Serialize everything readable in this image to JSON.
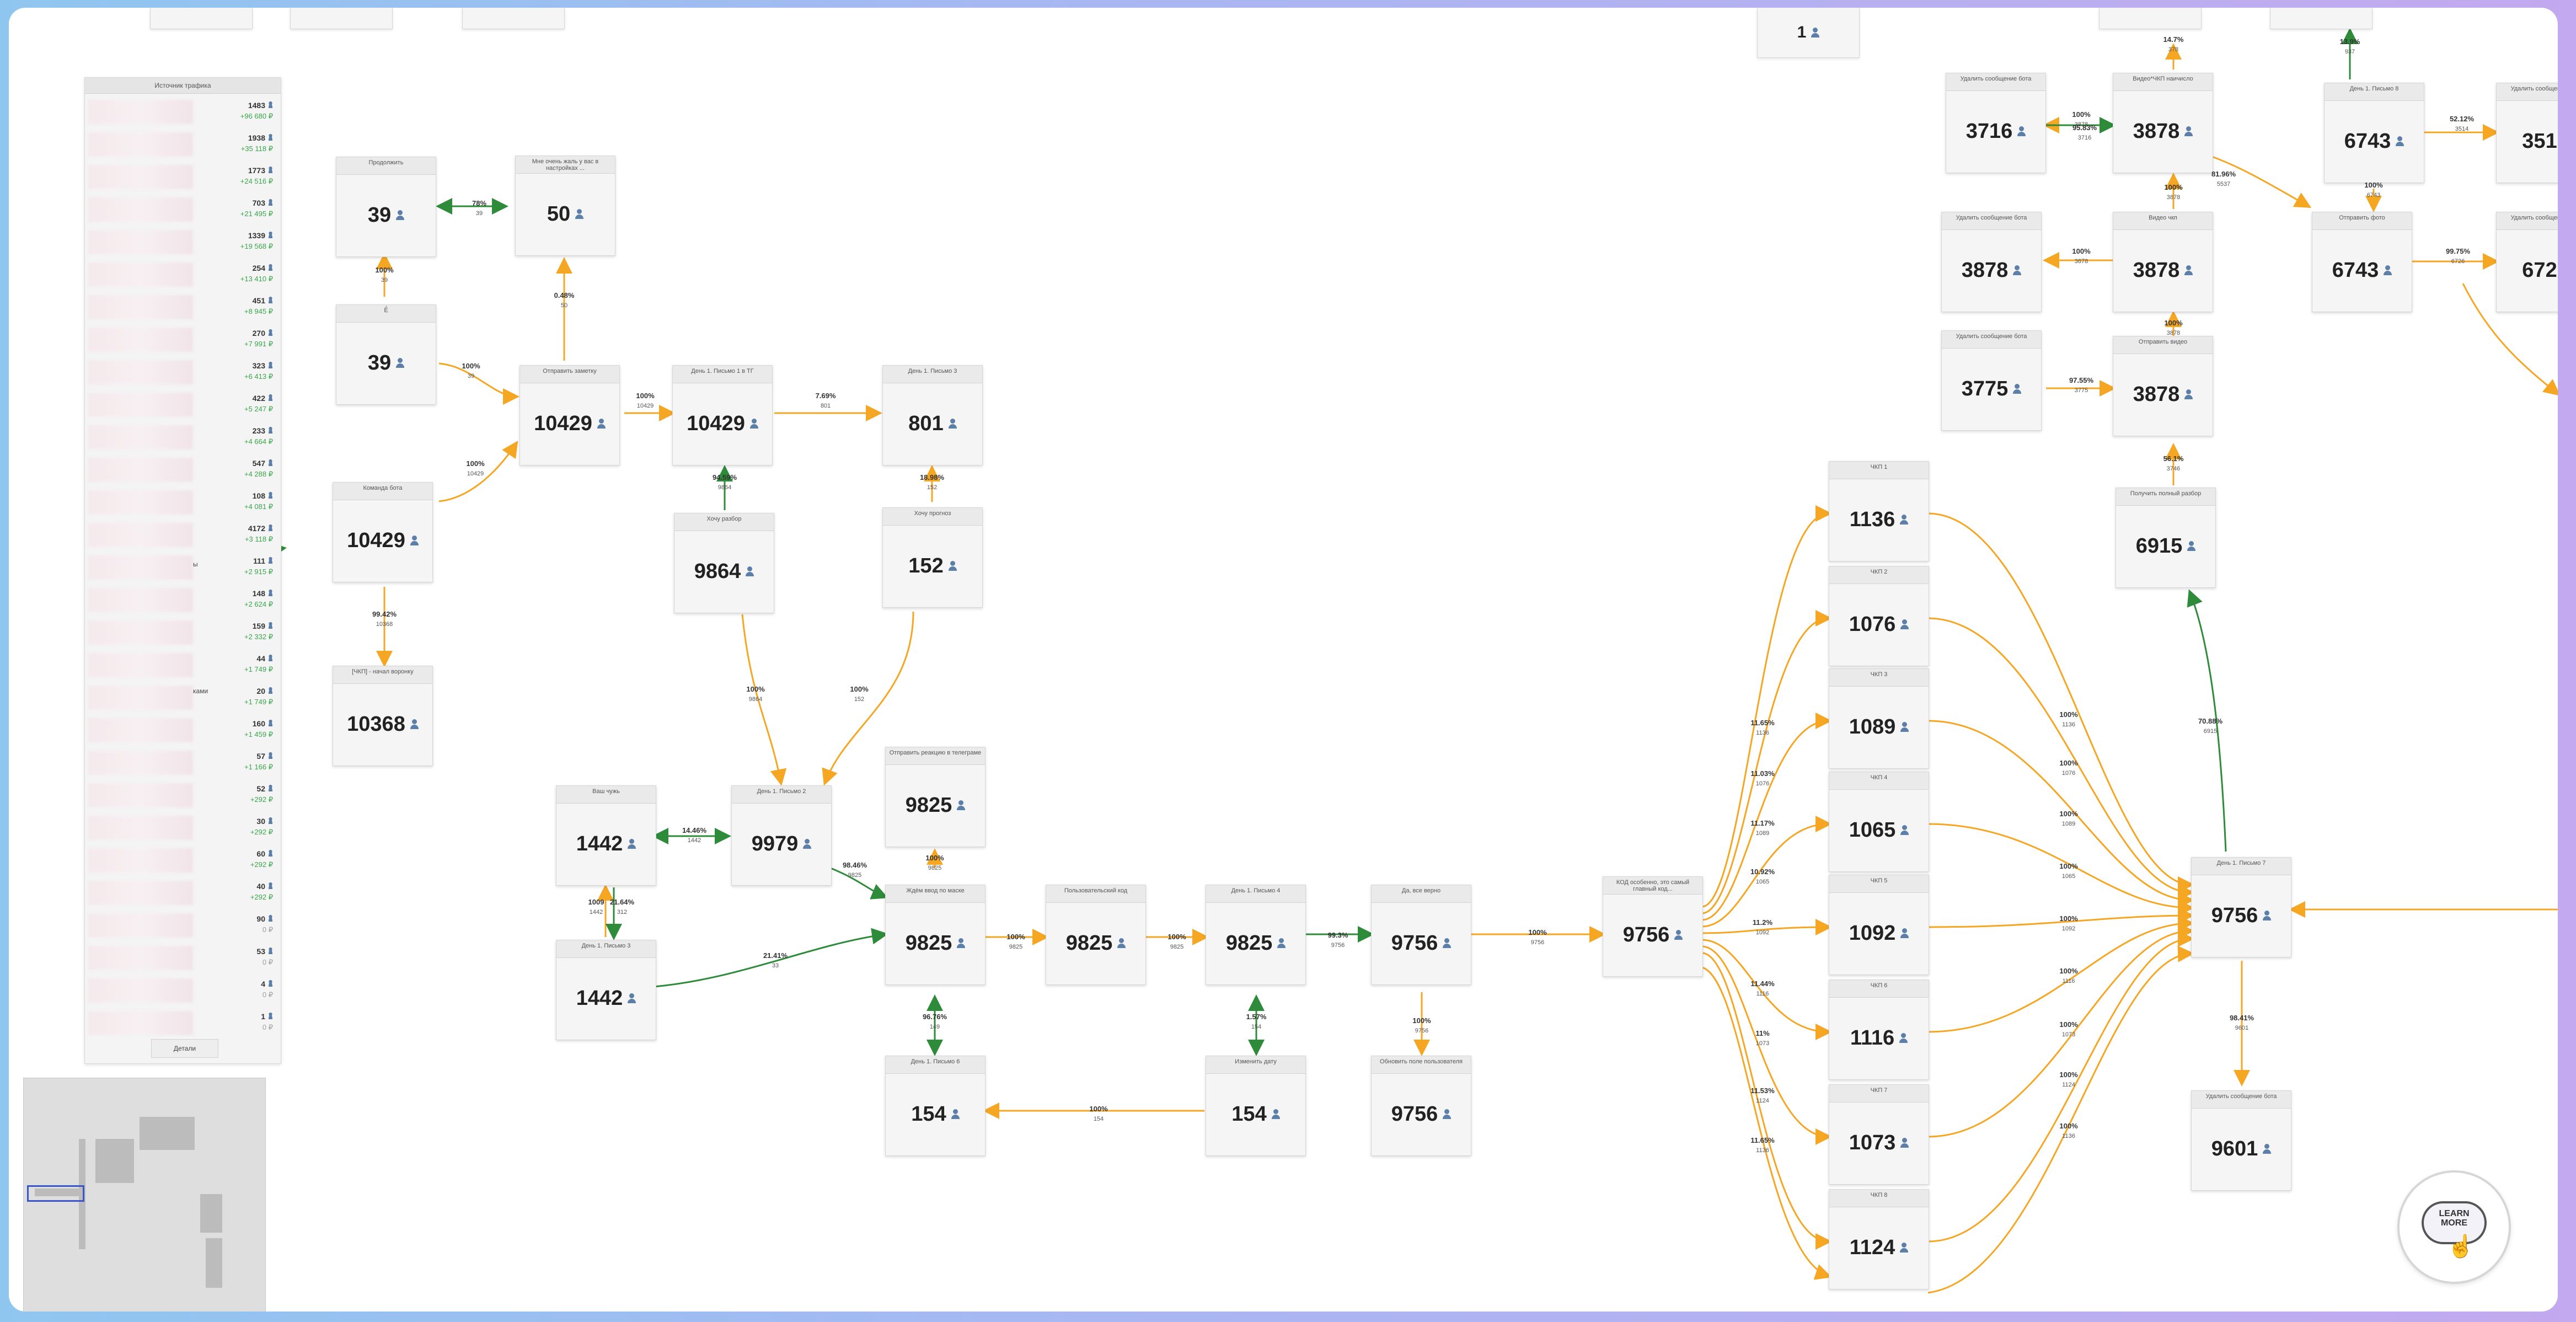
{
  "sidebar": {
    "title": "Источник трафика",
    "button": "Детали",
    "rows": [
      {
        "count": "1483",
        "amount": "+96 680 ₽"
      },
      {
        "count": "1938",
        "amount": "+35 118 ₽"
      },
      {
        "count": "1773",
        "amount": "+24 516 ₽"
      },
      {
        "count": "703",
        "amount": "+21 495 ₽"
      },
      {
        "count": "1339",
        "amount": "+19 568 ₽"
      },
      {
        "count": "254",
        "amount": "+13 410 ₽"
      },
      {
        "count": "451",
        "amount": "+8 945 ₽"
      },
      {
        "count": "270",
        "amount": "+7 991 ₽"
      },
      {
        "count": "323",
        "amount": "+6 413 ₽"
      },
      {
        "count": "422",
        "amount": "+5 247 ₽"
      },
      {
        "count": "233",
        "amount": "+4 664 ₽"
      },
      {
        "count": "547",
        "amount": "+4 288 ₽"
      },
      {
        "count": "108",
        "amount": "+4 081 ₽"
      },
      {
        "count": "4172",
        "amount": "+3 118 ₽"
      },
      {
        "count": "111",
        "amount": "+2 915 ₽"
      },
      {
        "count": "148",
        "amount": "+2 624 ₽"
      },
      {
        "count": "159",
        "amount": "+2 332 ₽"
      },
      {
        "count": "44",
        "amount": "+1 749 ₽"
      },
      {
        "count": "20",
        "amount": "+1 749 ₽"
      },
      {
        "count": "160",
        "amount": "+1 459 ₽"
      },
      {
        "count": "57",
        "amount": "+1 166 ₽"
      },
      {
        "count": "52",
        "amount": "+292 ₽"
      },
      {
        "count": "30",
        "amount": "+292 ₽"
      },
      {
        "count": "60",
        "amount": "+292 ₽"
      },
      {
        "count": "40",
        "amount": "+292 ₽"
      },
      {
        "count": "90",
        "amount": "0 ₽"
      },
      {
        "count": "53",
        "amount": "0 ₽"
      },
      {
        "count": "4",
        "amount": "0 ₽"
      },
      {
        "count": "1",
        "amount": "0 ₽"
      }
    ],
    "stray": [
      "ы",
      "ками"
    ]
  },
  "colors": {
    "orange": "#f5a623",
    "green": "#2e8b3a",
    "accent": "#3a56c9"
  },
  "top_partial_count": "1",
  "nodes": [
    {
      "id": "prodolzhit",
      "title": "Продолжить",
      "count": "39"
    },
    {
      "id": "zhal",
      "title": "Мне очень жаль у вас в настройках ...",
      "count": "50"
    },
    {
      "id": "yo",
      "title": "Ё́",
      "count": "39"
    },
    {
      "id": "otpravit_zametku",
      "title": "Отправить заметку",
      "count": "10429"
    },
    {
      "id": "den1_p1",
      "title": "День 1. Письмо 1 в ТГ",
      "count": "10429"
    },
    {
      "id": "den1_p3_top",
      "title": "День 1. Письмо 3",
      "count": "801"
    },
    {
      "id": "komanda",
      "title": "Команда бота",
      "count": "10429"
    },
    {
      "id": "hochu_razbor",
      "title": "Хочу разбор",
      "count": "9864"
    },
    {
      "id": "hochu_prognoz",
      "title": "Хочу прогноз",
      "count": "152"
    },
    {
      "id": "chkp_nachalo",
      "title": "[ЧКП] - начал воронку",
      "count": "10368"
    },
    {
      "id": "vash_chuzh",
      "title": "Ваш чужь",
      "count": "1442"
    },
    {
      "id": "den1_p2",
      "title": "День 1. Письмо 2",
      "count": "9979"
    },
    {
      "id": "otpravit_reakciyu",
      "title": "Отправить реакцию в телеграме",
      "count": "9825"
    },
    {
      "id": "den1_p3",
      "title": "День 1. Письмо 3",
      "count": "1442"
    },
    {
      "id": "zhdem_vvod",
      "title": "Ждём ввод по маске",
      "count": "9825"
    },
    {
      "id": "polz_kod",
      "title": "Пользовательский код",
      "count": "9825"
    },
    {
      "id": "den1_p4",
      "title": "День 1. Письмо 4",
      "count": "9825"
    },
    {
      "id": "da_verno",
      "title": "Да, все верно",
      "count": "9756"
    },
    {
      "id": "den1_p6",
      "title": "День 1. Письмо 6",
      "count": "154"
    },
    {
      "id": "izmenit_datu",
      "title": "Изменить дату",
      "count": "154"
    },
    {
      "id": "obnovit_pole",
      "title": "Обновить поле пользователя",
      "count": "9756"
    },
    {
      "id": "kod",
      "title": "КОД особенно, это самый главный код...",
      "count": "9756"
    },
    {
      "id": "chkp1",
      "title": "ЧКП 1",
      "count": "1136"
    },
    {
      "id": "chkp2",
      "title": "ЧКП 2",
      "count": "1076"
    },
    {
      "id": "chkp3",
      "title": "ЧКП 3",
      "count": "1089"
    },
    {
      "id": "chkp4",
      "title": "ЧКП 4",
      "count": "1065"
    },
    {
      "id": "chkp5",
      "title": "ЧКП 5",
      "count": "1092"
    },
    {
      "id": "chkp6",
      "title": "ЧКП 6",
      "count": "1116"
    },
    {
      "id": "chkp7",
      "title": "ЧКП 7",
      "count": "1073"
    },
    {
      "id": "chkp8",
      "title": "ЧКП 8",
      "count": "1124"
    },
    {
      "id": "den1_p7",
      "title": "День 1. Письмо 7",
      "count": "9756"
    },
    {
      "id": "udalit_bot_9601",
      "title": "Удалить сообщение бота",
      "count": "9601"
    },
    {
      "id": "poluchit_razbor",
      "title": "Получить полный разбор",
      "count": "6915"
    },
    {
      "id": "udalit_3716",
      "title": "Удалить сообщение бота",
      "count": "3716"
    },
    {
      "id": "video_3878a",
      "title": "Видео*ЧКП наичисло",
      "count": "3878"
    },
    {
      "id": "udalit_3878",
      "title": "Удалить сообщение бота",
      "count": "3878"
    },
    {
      "id": "video_3878b",
      "title": "Видео чкп",
      "count": "3878"
    },
    {
      "id": "udalit_3775",
      "title": "Удалить сообщение бота",
      "count": "3775"
    },
    {
      "id": "otpravit_video",
      "title": "Отправить видео",
      "count": "3878"
    },
    {
      "id": "den1_p8",
      "title": "День 1. Письмо 8",
      "count": "6743"
    },
    {
      "id": "otpravit_foto",
      "title": "Отправить фото",
      "count": "6743"
    },
    {
      "id": "udalit_3514",
      "title": "Удалить сообщение бота",
      "count": "351"
    },
    {
      "id": "udalit_672",
      "title": "Удалить сообщение бота",
      "count": "672"
    }
  ],
  "edges": [
    {
      "id": "e1",
      "pct": "78%",
      "count": "39"
    },
    {
      "id": "e2",
      "pct": "100%",
      "count": "39"
    },
    {
      "id": "e3",
      "pct": "100%",
      "count": "39"
    },
    {
      "id": "e4",
      "pct": "0.48%",
      "count": "50"
    },
    {
      "id": "e5",
      "pct": "100%",
      "count": "10429"
    },
    {
      "id": "e6",
      "pct": "100%",
      "count": "10429"
    },
    {
      "id": "e7",
      "pct": "7.69%",
      "count": "801"
    },
    {
      "id": "e8",
      "pct": "94.59%",
      "count": "9864"
    },
    {
      "id": "e9",
      "pct": "18.98%",
      "count": "152"
    },
    {
      "id": "e10",
      "pct": "99.42%",
      "count": "10368"
    },
    {
      "id": "e11",
      "pct": "100%",
      "count": "9864"
    },
    {
      "id": "e12",
      "pct": "100%",
      "count": "152"
    },
    {
      "id": "e13",
      "pct": "14.46%",
      "count": "1442"
    },
    {
      "id": "e14",
      "pct": "100%",
      "count": "9825"
    },
    {
      "id": "e15",
      "pct": "98.46%",
      "count": "9825"
    },
    {
      "id": "e16",
      "pct": "1009",
      "count": "1442"
    },
    {
      "id": "e17",
      "pct": "21.64%",
      "count": "312"
    },
    {
      "id": "e18",
      "pct": "21.41%",
      "count": "33"
    },
    {
      "id": "e19",
      "pct": "100%",
      "count": "9825"
    },
    {
      "id": "e20",
      "pct": "100%",
      "count": "9825"
    },
    {
      "id": "e21",
      "pct": "99.3%",
      "count": "9756"
    },
    {
      "id": "e22",
      "pct": "96.76%",
      "count": "149"
    },
    {
      "id": "e23",
      "pct": "1.57%",
      "count": "154"
    },
    {
      "id": "e24",
      "pct": "100%",
      "count": "154"
    },
    {
      "id": "e25",
      "pct": "100%",
      "count": "9756"
    },
    {
      "id": "e26",
      "pct": "100%",
      "count": "9756"
    },
    {
      "id": "e27",
      "pct": "11.65%",
      "count": "1136"
    },
    {
      "id": "e28",
      "pct": "11.03%",
      "count": "1076"
    },
    {
      "id": "e29",
      "pct": "11.17%",
      "count": "1089"
    },
    {
      "id": "e30",
      "pct": "10.92%",
      "count": "1065"
    },
    {
      "id": "e31",
      "pct": "11.2%",
      "count": "1092"
    },
    {
      "id": "e32",
      "pct": "11.44%",
      "count": "1116"
    },
    {
      "id": "e33",
      "pct": "11%",
      "count": "1073"
    },
    {
      "id": "e34",
      "pct": "11.53%",
      "count": "1124"
    },
    {
      "id": "e35",
      "pct": "11.65%",
      "count": "1136"
    },
    {
      "id": "e36",
      "pct": "100%",
      "count": "1136"
    },
    {
      "id": "e37",
      "pct": "100%",
      "count": "1076"
    },
    {
      "id": "e38",
      "pct": "100%",
      "count": "1089"
    },
    {
      "id": "e39",
      "pct": "100%",
      "count": "1065"
    },
    {
      "id": "e40",
      "pct": "100%",
      "count": "1092"
    },
    {
      "id": "e41",
      "pct": "100%",
      "count": "1116"
    },
    {
      "id": "e42",
      "pct": "100%",
      "count": "1073"
    },
    {
      "id": "e43",
      "pct": "100%",
      "count": "1124"
    },
    {
      "id": "e44",
      "pct": "100%",
      "count": "1136"
    },
    {
      "id": "e45",
      "pct": "98.41%",
      "count": "9601"
    },
    {
      "id": "e46",
      "pct": "70.88%",
      "count": "6915"
    },
    {
      "id": "e47",
      "pct": "56.1%",
      "count": "3746"
    },
    {
      "id": "e48",
      "pct": "97.55%",
      "count": "3775"
    },
    {
      "id": "e49",
      "pct": "100%",
      "count": "3878"
    },
    {
      "id": "e50",
      "pct": "100%",
      "count": "3878"
    },
    {
      "id": "e51",
      "pct": "100%",
      "count": "3878"
    },
    {
      "id": "e52",
      "pct": "100%",
      "count": "3878"
    },
    {
      "id": "e53",
      "pct": "95.83%",
      "count": "3716"
    },
    {
      "id": "e54",
      "pct": "14.7%",
      "count": "378"
    },
    {
      "id": "e55",
      "pct": "81.96%",
      "count": "5537"
    },
    {
      "id": "e56",
      "pct": "100%",
      "count": "6743"
    },
    {
      "id": "e57",
      "pct": "52.12%",
      "count": "3514"
    },
    {
      "id": "e58",
      "pct": "99.75%",
      "count": "6726"
    },
    {
      "id": "e59",
      "pct": "13.9%",
      "count": "937"
    }
  ]
}
